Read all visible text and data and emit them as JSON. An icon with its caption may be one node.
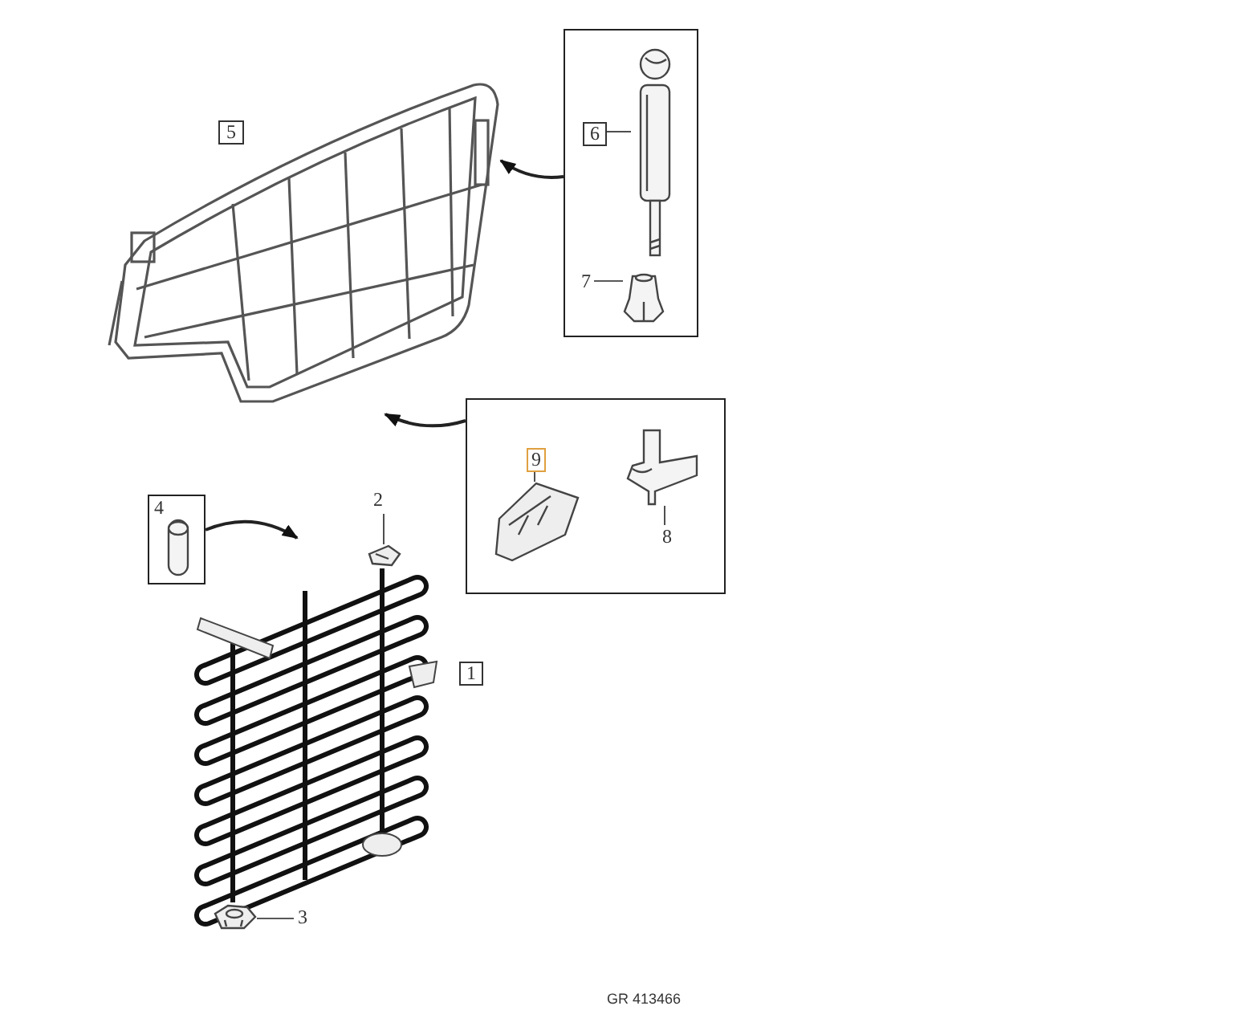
{
  "diagram": {
    "nodes": [
      {
        "text": [],
        "shape": "picture"
      },
      {
        "text": [
          "5"
        ],
        "in": 0
      },
      {
        "text": [],
        "shape": "box"
      },
      {
        "text": [
          "6"
        ],
        "in": 2
      },
      {
        "text": [],
        "shape": "picture",
        "in": 2
      },
      {
        "text": [
          "7"
        ],
        "in": 2
      },
      {
        "text": [],
        "shape": "picture",
        "in": 2
      },
      {
        "text": [],
        "shape": "box"
      },
      {
        "text": [
          "9"
        ],
        "in": 7
      },
      {
        "text": [],
        "shape": "picture",
        "in": 7
      },
      {
        "text": [
          "8"
        ],
        "in": 7
      },
      {
        "text": [],
        "shape": "picture",
        "in": 7
      },
      {
        "text": [
          "4"
        ]
      },
      {
        "text": [],
        "shape": "picture",
        "in": 12
      },
      {
        "text": [
          "2"
        ]
      },
      {
        "text": [],
        "shape": "picture"
      },
      {
        "text": [],
        "shape": "picture"
      },
      {
        "text": [
          "1"
        ]
      },
      {
        "text": [
          "3"
        ],
        "in": 15
      },
      {
        "text": [],
        "shape": "picture",
        "in": 15
      }
    ],
    "edges": [
      {
        "from": 3,
        "to": 4,
        "arrow": "none"
      },
      {
        "from": 5,
        "to": 6,
        "arrow": "none"
      },
      {
        "from": 8,
        "to": 9,
        "arrow": "none"
      },
      {
        "from": 10,
        "to": 11,
        "arrow": "none"
      },
      {
        "from": 2,
        "to": 0,
        "arrow": "to"
      },
      {
        "from": 7,
        "to": 0,
        "arrow": "to"
      },
      {
        "from": 12,
        "to": 15,
        "arrow": "to"
      },
      {
        "from": 14,
        "to": 16,
        "arrow": "none"
      },
      {
        "from": 18,
        "to": 19,
        "arrow": "none"
      }
    ],
    "labels": [
      "GR 413466"
    ]
  }
}
